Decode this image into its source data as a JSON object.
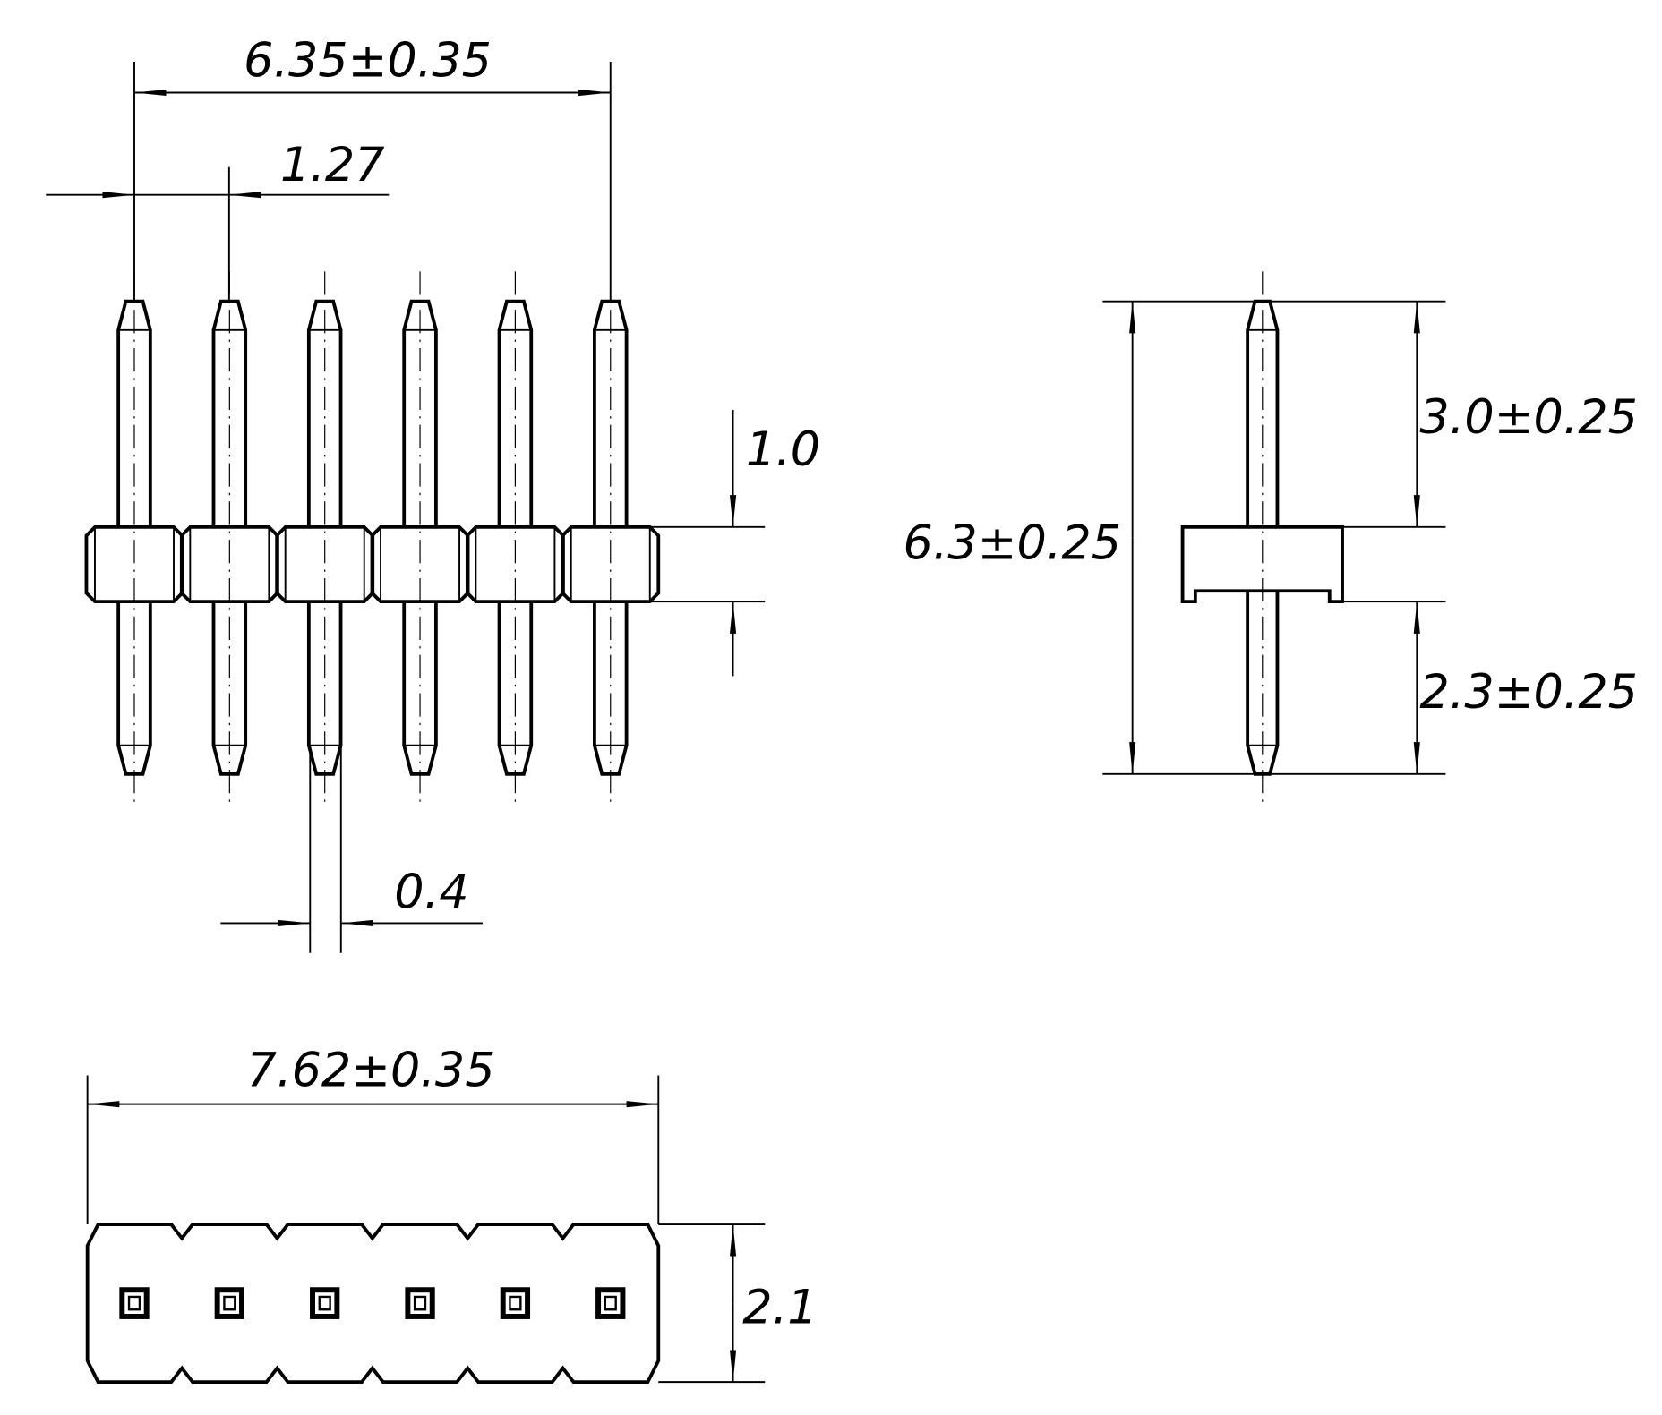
{
  "drawing": {
    "pin_count": 6,
    "front_view": {
      "overall_pitch_span": "6.35±0.35",
      "pitch": "1.27",
      "body_height": "1.0",
      "pin_width": "0.4"
    },
    "side_view": {
      "total_length": "6.3±0.25",
      "upper_pin_length": "3.0±0.25",
      "lower_pin_length": "2.3±0.25"
    },
    "top_view": {
      "body_length": "7.62±0.35",
      "body_width": "2.1"
    }
  }
}
